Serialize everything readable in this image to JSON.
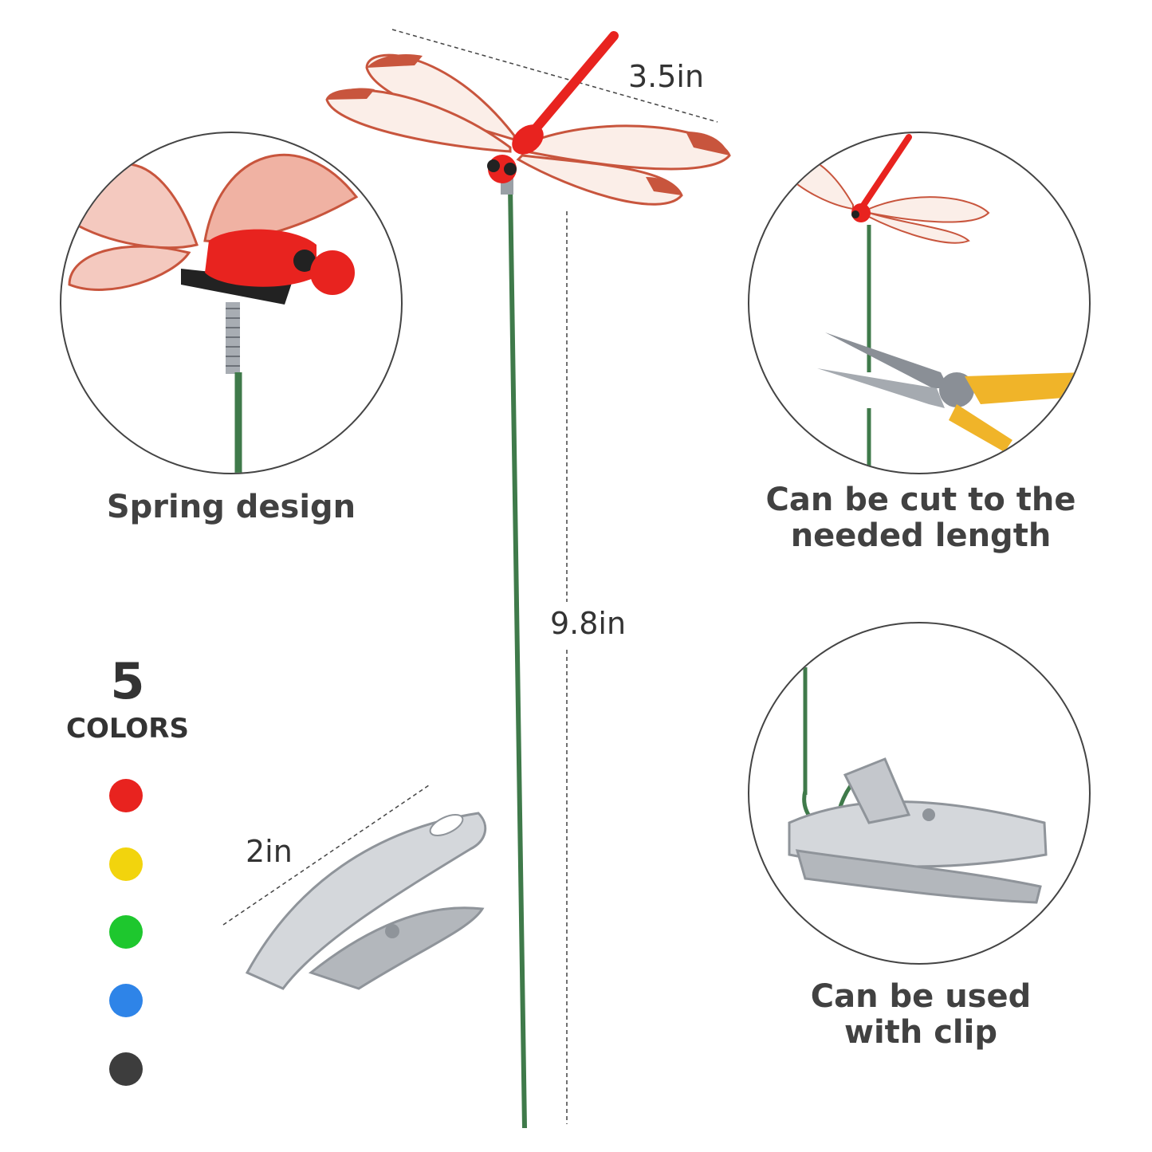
{
  "dimensions": {
    "wingspan": "3.5in",
    "stake_length": "9.8in",
    "clip_length": "2in"
  },
  "features": {
    "spring": "Spring design",
    "cut_line1": "Can be cut to the",
    "cut_line2": "needed length",
    "clip_line1": "Can be used",
    "clip_line2": "with clip"
  },
  "colors_block": {
    "count": "5",
    "label": "COLORS",
    "swatches": [
      "#e8231f",
      "#f2d40d",
      "#1ec72e",
      "#2e84e8",
      "#3d3d3d"
    ]
  },
  "icons": {
    "dragonfly": "dragonfly-icon",
    "pliers": "pliers-icon",
    "clip": "clip-icon",
    "spring": "spring-icon"
  },
  "palette": {
    "wing": "#c8553d",
    "body": "#e8231f",
    "stake": "#3f7a4a",
    "metal": "#c4c7cc"
  }
}
